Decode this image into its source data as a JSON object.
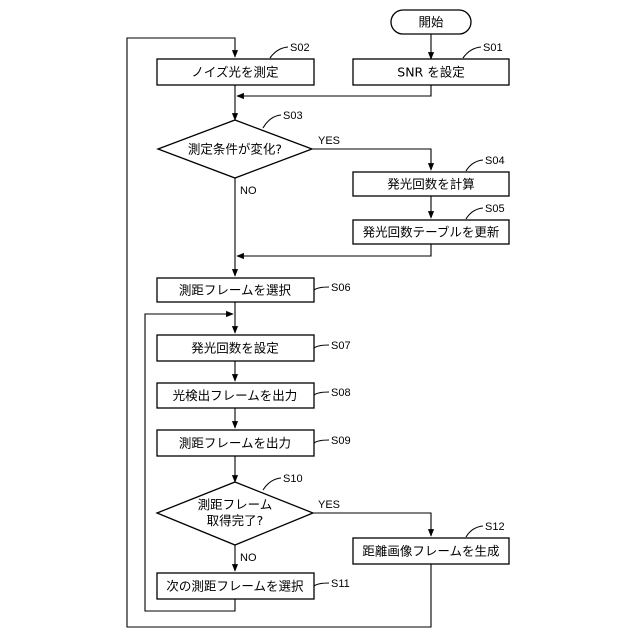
{
  "nodes": {
    "start": "開始",
    "s02": "ノイズ光を測定",
    "s01": "SNR を設定",
    "s03": "測定条件が変化?",
    "s04": "発光回数を計算",
    "s05": "発光回数テーブルを更新",
    "s06": "測距フレームを選択",
    "s07": "発光回数を設定",
    "s08": "光検出フレームを出力",
    "s09": "測距フレームを出力",
    "s10_line1": "測距フレーム",
    "s10_line2": "取得完了?",
    "s11": "次の測距フレームを選択",
    "s12": "距離画像フレームを生成"
  },
  "step_labels": {
    "s01": "S01",
    "s02": "S02",
    "s03": "S03",
    "s04": "S04",
    "s05": "S05",
    "s06": "S06",
    "s07": "S07",
    "s08": "S08",
    "s09": "S09",
    "s10": "S10",
    "s11": "S11",
    "s12": "S12"
  },
  "branch_labels": {
    "s03_yes": "YES",
    "s03_no": "NO",
    "s10_yes": "YES",
    "s10_no": "NO"
  }
}
